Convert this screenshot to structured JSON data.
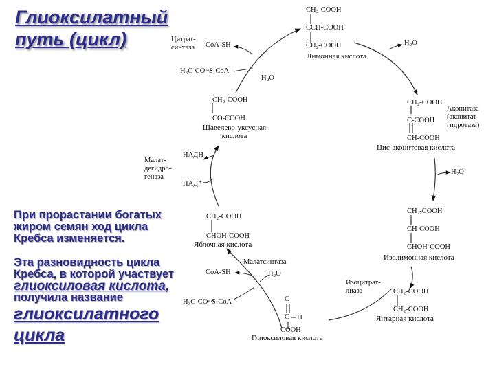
{
  "title": {
    "line1": "Глиоксилатный",
    "line2": "путь (цикл)"
  },
  "text": {
    "p1": [
      "При прорастании богатых",
      "жиром семян ход цикла",
      "Кребса изменяется."
    ],
    "p2a": "Эта разновидность цикла",
    "p2b": "Кребса, в которой участвует",
    "p2c": "глиоксиловая кислота,",
    "p2d": "получила название",
    "p2e": "глиоксилатного",
    "p2f": "цикла"
  },
  "compounds": {
    "citric": {
      "lines": [
        "CH₂-COOH",
        "CCH-COOH",
        "CH₂-COOH"
      ],
      "name": "Лимонная кислота"
    },
    "cisaconitic": {
      "lines": [
        "CH₂-COOH",
        "C-COOH",
        "CH-COOH"
      ],
      "name": "Цис-аконитовая кислота"
    },
    "isocitric": {
      "lines": [
        "CH₂-COOH",
        "CH-COOH",
        "CHOH-COOH"
      ],
      "name": "Изолимонная кислота"
    },
    "succinic": {
      "lines": [
        "CH₂-COOH",
        "CH₂-COOH"
      ],
      "name": "Янтарная кислота"
    },
    "glyoxylic": {
      "lines": [
        "O",
        "C",
        "COOH"
      ],
      "h": "H",
      "name": "Глиоксиловая кислота"
    },
    "malic": {
      "lines": [
        "CH₂-COOH",
        "CHOH-COOH"
      ],
      "name": "Яблочная кислота"
    },
    "oxaloacetic": {
      "lines": [
        "CH₂-COOH",
        "CO-COOH"
      ],
      "name": "Щавелево-уксусная кислота"
    }
  },
  "labels": {
    "citrate_synthase": [
      "Цитрат-",
      "синтаза"
    ],
    "coa_sh": "CoA-SH",
    "acetyl_coa": "H₃C-CO~S-CoA",
    "h2o": "H₂O",
    "aconitase": [
      "Аконитаза",
      "(аконитат-",
      "гидротаза)"
    ],
    "isocitrate_lyase": [
      "Изоцитрат-",
      "лиаза"
    ],
    "malate_synthase": "Малатсинтаза",
    "malate_dh": [
      "Малат-",
      "дегидро-",
      "геназа"
    ],
    "nadh": "НАДН",
    "nad": "НАД⁺"
  }
}
